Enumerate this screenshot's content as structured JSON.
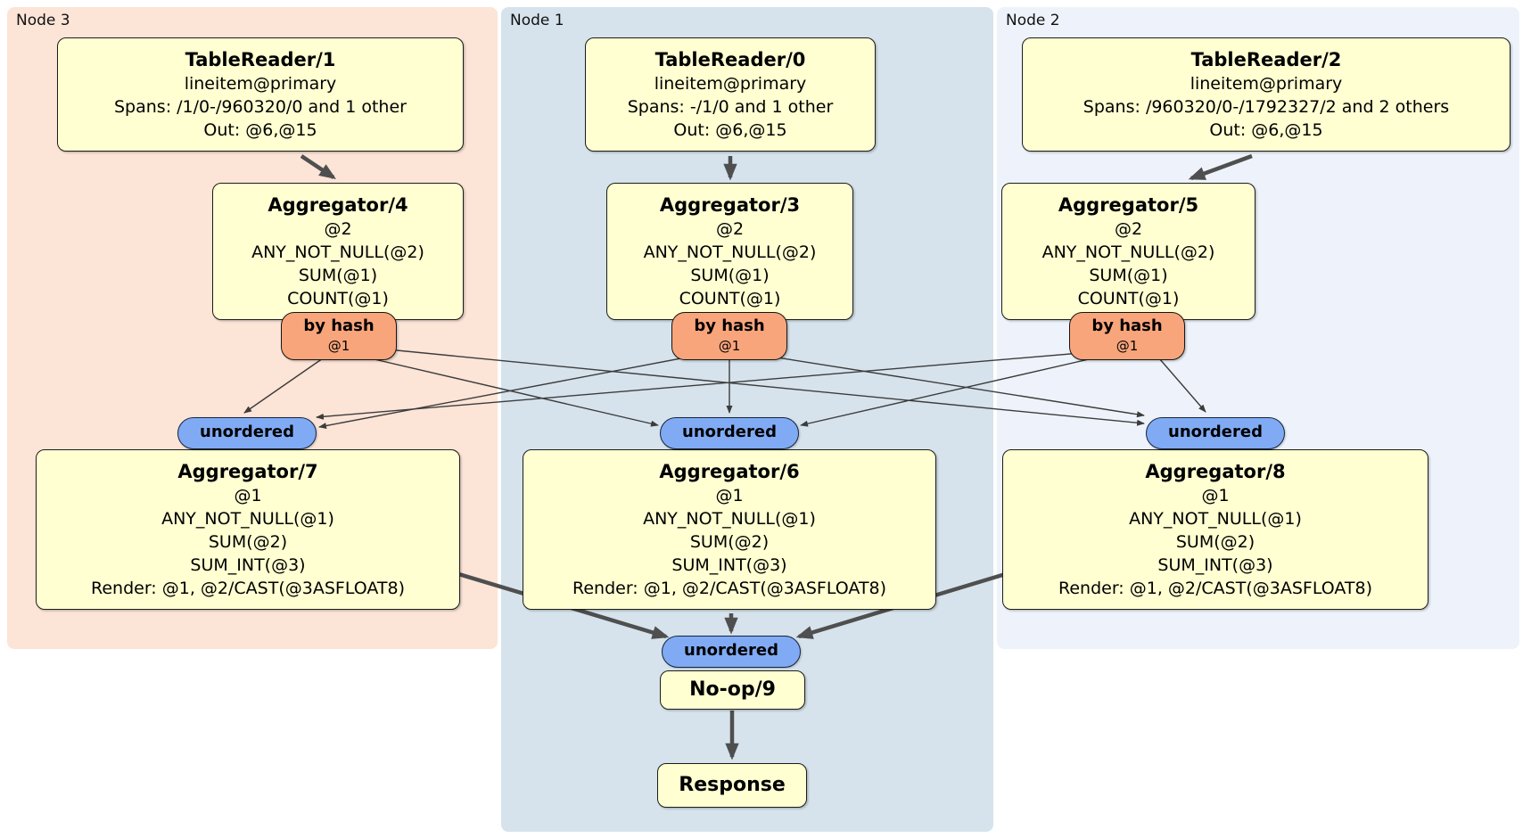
{
  "groups": [
    {
      "label": "Node 3"
    },
    {
      "label": "Node 1"
    },
    {
      "label": "Node 2"
    }
  ],
  "processors": {
    "tr1": {
      "title": "TableReader/1",
      "lines": [
        "lineitem@primary",
        "Spans: /1/0-/960320/0 and 1 other",
        "Out: @6,@15"
      ]
    },
    "tr0": {
      "title": "TableReader/0",
      "lines": [
        "lineitem@primary",
        "Spans: -/1/0 and 1 other",
        "Out: @6,@15"
      ]
    },
    "tr2": {
      "title": "TableReader/2",
      "lines": [
        "lineitem@primary",
        "Spans: /960320/0-/1792327/2 and 2 others",
        "Out: @6,@15"
      ]
    },
    "agg4": {
      "title": "Aggregator/4",
      "lines": [
        "@2",
        "ANY_NOT_NULL(@2)",
        "SUM(@1)",
        "COUNT(@1)"
      ]
    },
    "agg3": {
      "title": "Aggregator/3",
      "lines": [
        "@2",
        "ANY_NOT_NULL(@2)",
        "SUM(@1)",
        "COUNT(@1)"
      ]
    },
    "agg5": {
      "title": "Aggregator/5",
      "lines": [
        "@2",
        "ANY_NOT_NULL(@2)",
        "SUM(@1)",
        "COUNT(@1)"
      ]
    },
    "agg7": {
      "title": "Aggregator/7",
      "lines": [
        "@1",
        "ANY_NOT_NULL(@1)",
        "SUM(@2)",
        "SUM_INT(@3)",
        "Render: @1, @2/CAST(@3ASFLOAT8)"
      ]
    },
    "agg6": {
      "title": "Aggregator/6",
      "lines": [
        "@1",
        "ANY_NOT_NULL(@1)",
        "SUM(@2)",
        "SUM_INT(@3)",
        "Render: @1, @2/CAST(@3ASFLOAT8)"
      ]
    },
    "agg8": {
      "title": "Aggregator/8",
      "lines": [
        "@1",
        "ANY_NOT_NULL(@1)",
        "SUM(@2)",
        "SUM_INT(@3)",
        "Render: @1, @2/CAST(@3ASFLOAT8)"
      ]
    },
    "noop": {
      "title": "No-op/9"
    },
    "response": {
      "title": "Response"
    }
  },
  "routers": {
    "hash3": {
      "label": "by hash",
      "detail": "@1"
    },
    "hash1": {
      "label": "by hash",
      "detail": "@1"
    },
    "hash2": {
      "label": "by hash",
      "detail": "@1"
    }
  },
  "streams": {
    "unordered3": {
      "label": "unordered"
    },
    "unordered1": {
      "label": "unordered"
    },
    "unordered2": {
      "label": "unordered"
    },
    "unordered_final": {
      "label": "unordered"
    }
  },
  "edges": [
    {
      "from": "TableReader/1",
      "to": "Aggregator/4"
    },
    {
      "from": "TableReader/0",
      "to": "Aggregator/3"
    },
    {
      "from": "TableReader/2",
      "to": "Aggregator/5"
    },
    {
      "from": "Aggregator/4 by hash @1",
      "to": "unordered (Node 3)"
    },
    {
      "from": "Aggregator/4 by hash @1",
      "to": "unordered (Node 1)"
    },
    {
      "from": "Aggregator/4 by hash @1",
      "to": "unordered (Node 2)"
    },
    {
      "from": "Aggregator/3 by hash @1",
      "to": "unordered (Node 3)"
    },
    {
      "from": "Aggregator/3 by hash @1",
      "to": "unordered (Node 1)"
    },
    {
      "from": "Aggregator/3 by hash @1",
      "to": "unordered (Node 2)"
    },
    {
      "from": "Aggregator/5 by hash @1",
      "to": "unordered (Node 3)"
    },
    {
      "from": "Aggregator/5 by hash @1",
      "to": "unordered (Node 1)"
    },
    {
      "from": "Aggregator/5 by hash @1",
      "to": "unordered (Node 2)"
    },
    {
      "from": "Aggregator/7",
      "to": "unordered final"
    },
    {
      "from": "Aggregator/6",
      "to": "unordered final"
    },
    {
      "from": "Aggregator/8",
      "to": "unordered final"
    },
    {
      "from": "unordered final",
      "to": "No-op/9"
    },
    {
      "from": "No-op/9",
      "to": "Response"
    }
  ],
  "colors": {
    "node3_bg": "#fce4d7",
    "node1_bg": "#d6e3ec",
    "node2_bg": "#eef3fb",
    "processor_fill": "#ffffd2",
    "router_fill": "#f9a57c",
    "stream_fill": "#80abf4",
    "edge_thin": "#3c3c3c",
    "edge_thick": "#4f4f4f"
  }
}
